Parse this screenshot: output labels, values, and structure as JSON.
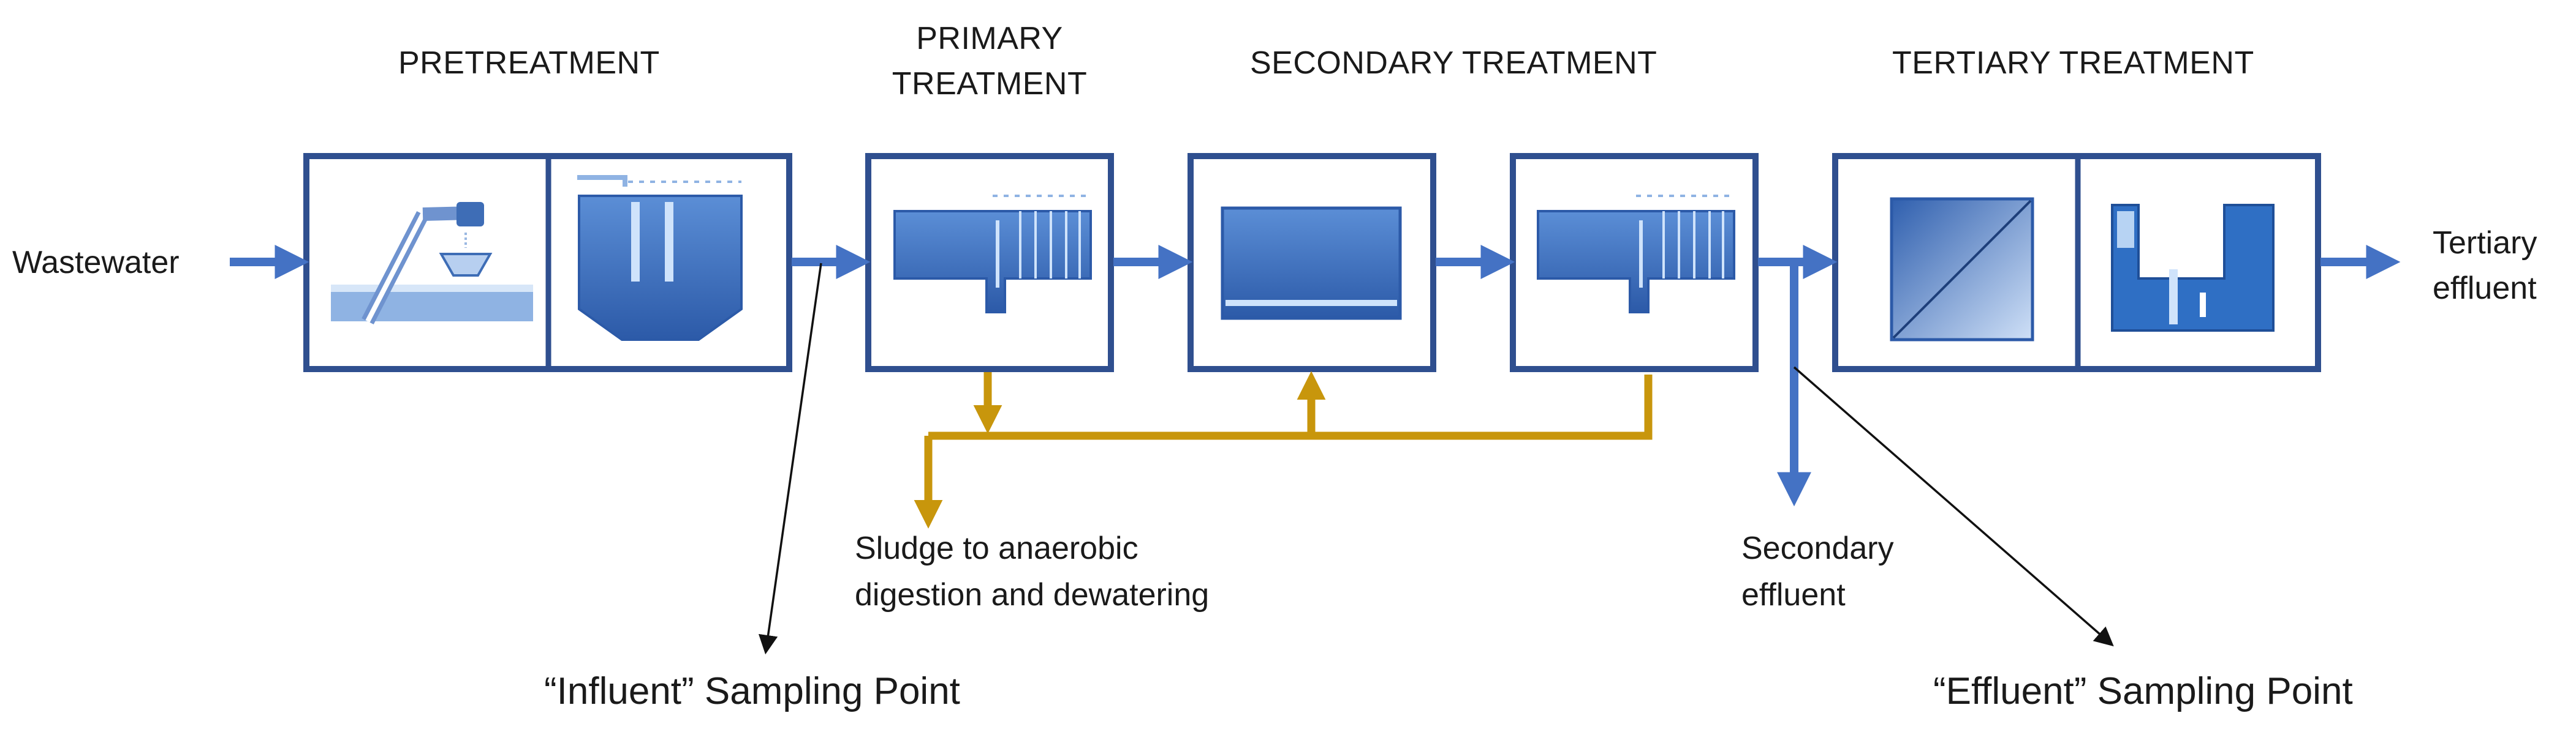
{
  "stages": {
    "pretreatment": "PRETREATMENT",
    "primary_line1": "PRIMARY",
    "primary_line2": "TREATMENT",
    "secondary": "SECONDARY TREATMENT",
    "tertiary": "TERTIARY TREATMENT"
  },
  "inputs": {
    "wastewater": "Wastewater"
  },
  "outputs": {
    "tertiary_line1": "Tertiary",
    "tertiary_line2": "effluent",
    "secondary_line1": "Secondary",
    "secondary_line2": "effluent"
  },
  "sludge": {
    "line1": "Sludge to anaerobic",
    "line2": "digestion and dewatering"
  },
  "sampling": {
    "influent": "“Influent” Sampling Point",
    "effluent": "“Effluent” Sampling Point"
  },
  "colors": {
    "box_border": "#2f4f8f",
    "flow_arrow": "#4472c4",
    "sludge_line": "#c8960c",
    "pointer": "#111111"
  },
  "icons": {
    "pretreatment_a": "screen-channel-icon",
    "pretreatment_b": "grit-tank-icon",
    "primary": "clarifier-icon",
    "secondary_a": "aeration-basin-icon",
    "secondary_b": "clarifier-icon",
    "tertiary_a": "filter-icon",
    "tertiary_b": "disinfection-tank-icon"
  }
}
